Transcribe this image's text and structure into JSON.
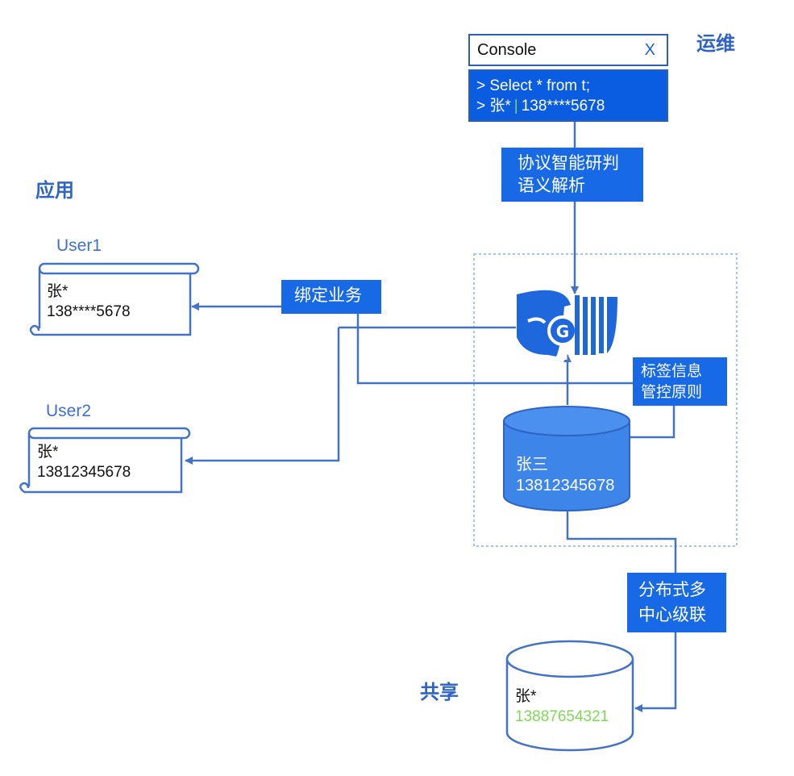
{
  "sections": {
    "ops": "运维",
    "app": "应用",
    "share": "共享"
  },
  "console": {
    "title": "Console",
    "close": "X",
    "line1": "> Select * from t;",
    "line2_name": "> 张*",
    "line2_sep": "|",
    "line2_phone": "138****5678"
  },
  "tags": {
    "protocol_l1": "协议智能研判",
    "protocol_l2": "语义解析",
    "bind": "绑定业务",
    "label_l1": "标签信息",
    "label_l2": "管控原则",
    "distributed_l1": "分布式多",
    "distributed_l2": "中心级联"
  },
  "users": [
    {
      "label": "User1",
      "name": "张*",
      "phone": "138****5678"
    },
    {
      "label": "User2",
      "name": "张*",
      "phone": "13812345678"
    }
  ],
  "database": {
    "name": "张三",
    "phone": "13812345678"
  },
  "shared_db": {
    "name": "张*",
    "phone": "13887654321"
  },
  "colors": {
    "accent": "#1769e6",
    "section_title": "#2f64c4",
    "line": "#4472c4",
    "cylinder": "#3d85e8",
    "masked_green": "#7ed957"
  },
  "icons": {
    "gateway": "shield-g-logo-icon"
  }
}
